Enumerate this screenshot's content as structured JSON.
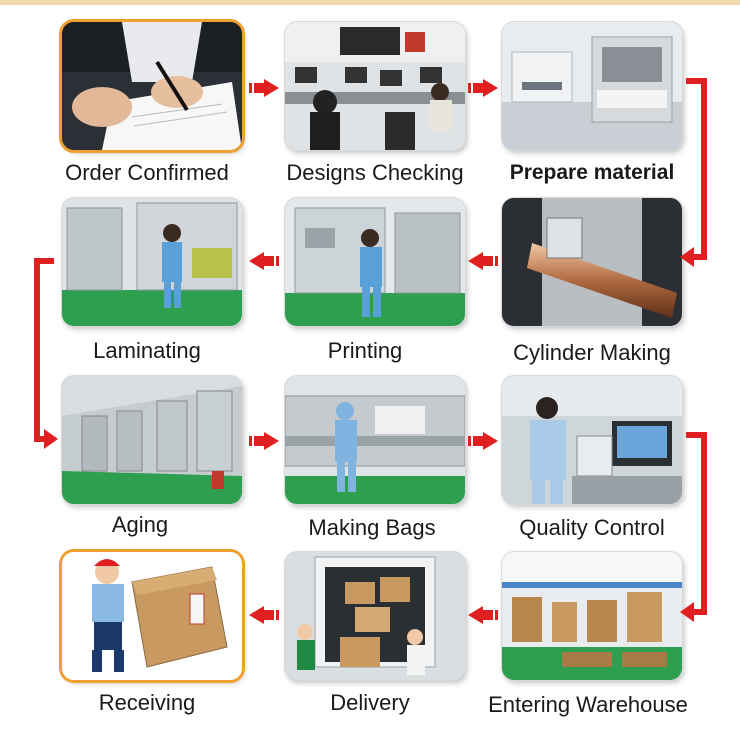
{
  "steps": [
    {
      "label": "Order Confirmed"
    },
    {
      "label": "Designs Checking"
    },
    {
      "label": "Prepare material"
    },
    {
      "label": "Cylinder Making"
    },
    {
      "label": "Printing"
    },
    {
      "label": "Laminating"
    },
    {
      "label": "Aging"
    },
    {
      "label": "Making Bags"
    },
    {
      "label": "Quality Control"
    },
    {
      "label": "Entering Warehouse"
    },
    {
      "label": "Delivery"
    },
    {
      "label": "Receiving"
    }
  ],
  "colors": {
    "arrow": "#e02020",
    "accent_border": "#f0a030",
    "floor_green": "#2e9e4f"
  }
}
